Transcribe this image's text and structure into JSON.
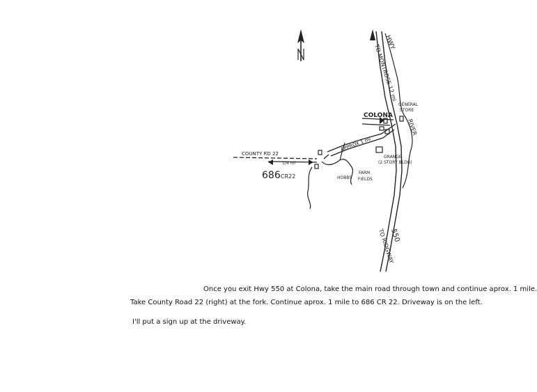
{
  "map": {
    "labels": {
      "hwy": "HWY",
      "to_montrose": "TO MONTROSE 12 mi",
      "colona": "COLONA",
      "general_store": "GENERAL",
      "general_store_2": "STORE",
      "river": "RIVER",
      "county_rd": "COUNTY RD 22",
      "distance_short": "1/4 mi",
      "approx": "APPROX 1 mi",
      "grange": "GRANGE",
      "grange_note": "(2 STORY BLDG)",
      "farm": "FARM",
      "fields": "FIELDS",
      "hobbs": "HOBBS",
      "address": "686",
      "address_suffix": "CR22",
      "hwy_550": "550",
      "to_ridgway": "TO RIDGWAY",
      "north": "N"
    },
    "colors": {
      "ink": "#222222",
      "background": "#ffffff"
    }
  },
  "directions": {
    "line1": "Once you exit Hwy 550 at Colona, take the main road through town and continue aprox. 1 mile.",
    "line2": "Take County Road 22 (right) at the fork. Continue aprox. 1 mile to 686 CR 22. Driveway is on the left.",
    "line3": "I'll put a sign up at the driveway."
  }
}
